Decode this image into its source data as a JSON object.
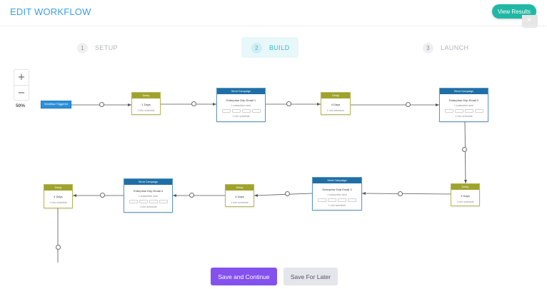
{
  "header": {
    "title": "EDIT WORKFLOW",
    "view_results_label": "View Results"
  },
  "steps": [
    {
      "number": "1",
      "label": "SETUP",
      "active": false
    },
    {
      "number": "2",
      "label": "BUILD",
      "active": true
    },
    {
      "number": "3",
      "label": "LAUNCH",
      "active": false
    }
  ],
  "zoom": {
    "plus": "+",
    "minus": "−",
    "level": "50%"
  },
  "nodes": {
    "trigger": {
      "label": "Workflow Triggered"
    },
    "delay1": {
      "header": "Delay",
      "line1": "1 Days",
      "line2": "1 min schedule"
    },
    "campaign1": {
      "header": "Send Campaign",
      "line1": "Enterprise Drip Email 1",
      "line2": "1 subscriber sent",
      "line3": "1 min schedule"
    },
    "delay2": {
      "header": "Delay",
      "line1": "4 Days",
      "line2": "1 min schedule"
    },
    "campaign2": {
      "header": "Send Campaign",
      "line1": "Enterprise Drip Email 2",
      "line2": "1 subscriber sent",
      "line3": "1 min schedule"
    },
    "delay3": {
      "header": "Delay",
      "line1": "3 Days",
      "line2": "1 min schedule"
    },
    "campaign3": {
      "header": "Send Campaign",
      "line1": "Enterprise Drip Email 3",
      "line2": "1 subscriber sent",
      "line3": "1 min schedule"
    },
    "delay4": {
      "header": "Delay",
      "line1": "4 Days",
      "line2": "1 min schedule"
    },
    "campaign4": {
      "header": "Send Campaign",
      "line1": "Enterprise Drip Email 4",
      "line2": "1 subscriber sent",
      "line3": "1 min schedule"
    },
    "delay5": {
      "header": "Delay",
      "line1": "4 Days",
      "line2": "1 min schedule"
    }
  },
  "footer": {
    "save_continue_label": "Save and Continue",
    "save_later_label": "Save For Later"
  },
  "colors": {
    "accent": "#20b8a5",
    "primary_button": "#8451ef",
    "title": "#3aa0e0",
    "delay": "#9fa32d",
    "campaign": "#1f6fa6"
  }
}
